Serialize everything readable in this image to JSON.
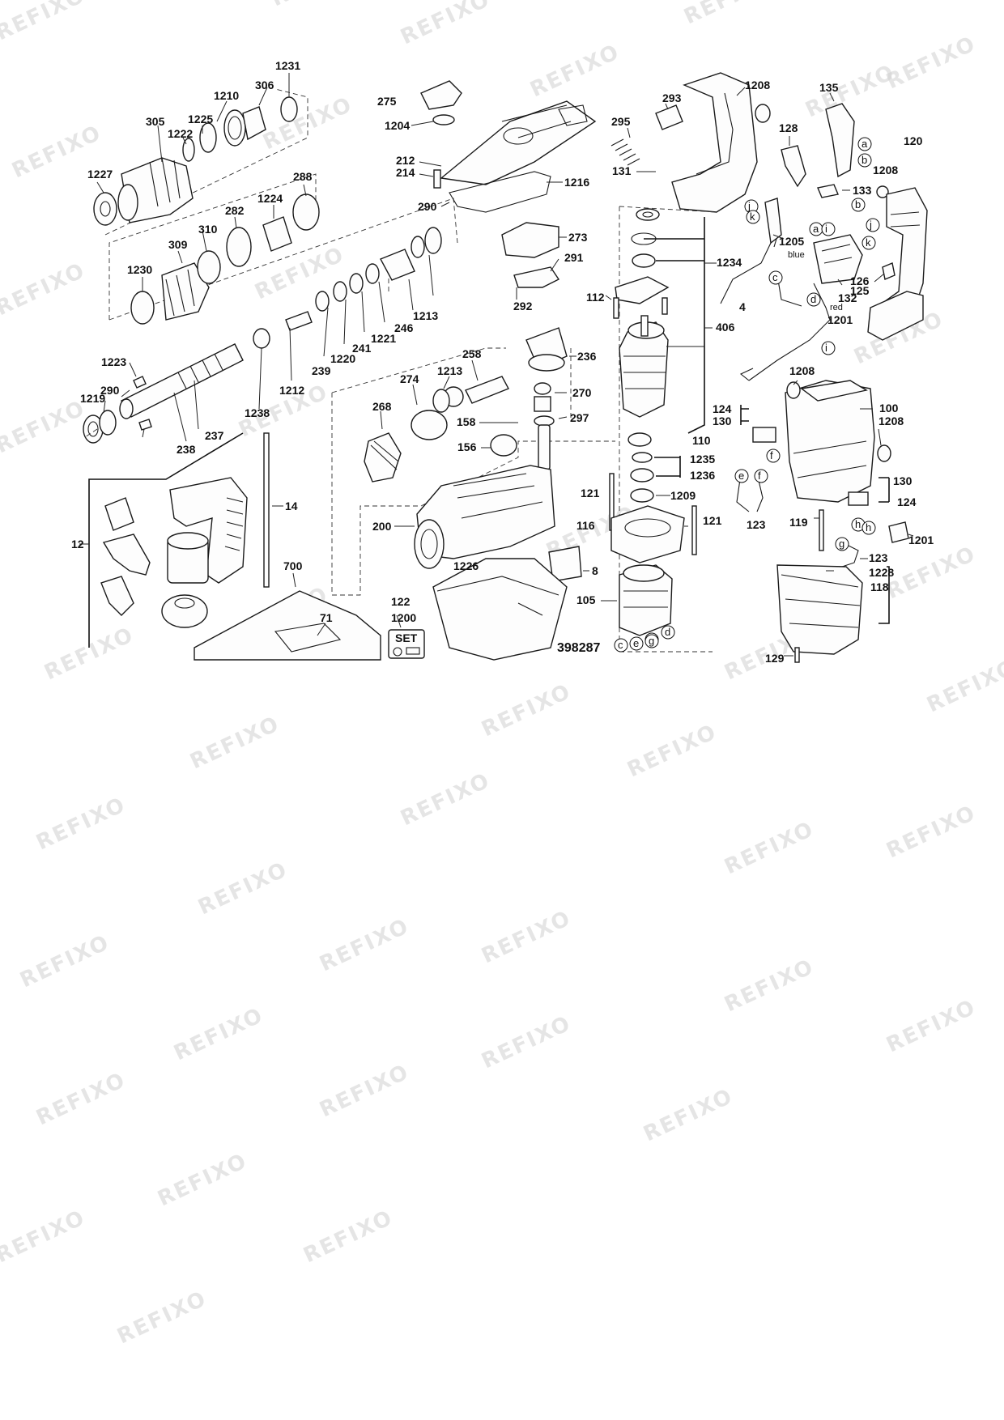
{
  "watermark_text": "REFIXO",
  "drawing_number": "398287",
  "set_badge": "SET",
  "wire_colors": {
    "blue": "blue",
    "red": "red"
  },
  "part_labels": [
    "1231",
    "306",
    "1210",
    "1225",
    "305",
    "1222",
    "1227",
    "288",
    "1224",
    "282",
    "310",
    "309",
    "1230",
    "1213",
    "246",
    "1221",
    "241",
    "1220",
    "239",
    "1212",
    "1223",
    "290",
    "1219",
    "238",
    "237",
    "1238",
    "14",
    "12",
    "700",
    "71",
    "275",
    "1204",
    "212",
    "214",
    "1216",
    "290",
    "273",
    "291",
    "292",
    "258",
    "1213",
    "236",
    "274",
    "268",
    "270",
    "297",
    "158",
    "156",
    "200",
    "1226",
    "122",
    "1200",
    "8",
    "121",
    "116",
    "105",
    "293",
    "295",
    "131",
    "1234",
    "112",
    "406",
    "110",
    "1235",
    "1236",
    "1209",
    "121",
    "1208",
    "135",
    "128",
    "120",
    "133",
    "1208",
    "1205",
    "4",
    "126",
    "125",
    "132",
    "1201",
    "1208",
    "100",
    "1208",
    "124",
    "130",
    "130",
    "124",
    "119",
    "1201",
    "123",
    "123",
    "1228",
    "118",
    "129"
  ],
  "connector_letters": [
    "a",
    "b",
    "b",
    "a",
    "j",
    "k",
    "j",
    "k",
    "c",
    "d",
    "i",
    "i",
    "e",
    "f",
    "f",
    "h",
    "h",
    "g",
    "g",
    "c",
    "e",
    "g",
    "d"
  ]
}
